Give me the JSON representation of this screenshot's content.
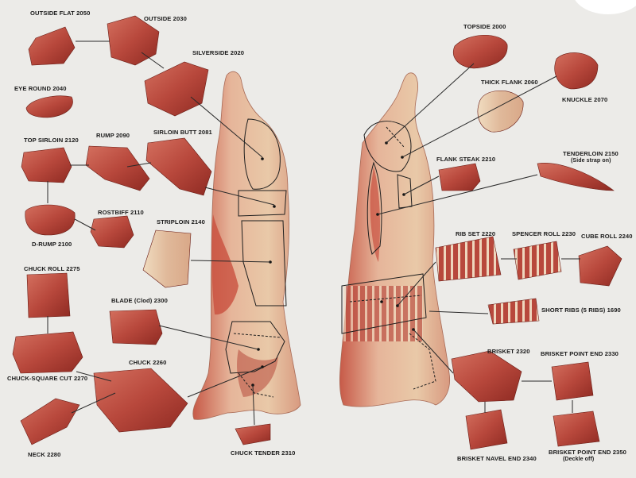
{
  "cuts": {
    "outside_flat": "OUTSIDE FLAT 2050",
    "outside": "OUTSIDE 2030",
    "silverside": "SILVERSIDE 2020",
    "eye_round": "EYE ROUND 2040",
    "top_sirloin": "TOP SIRLOIN 2120",
    "rump": "RUMP 2090",
    "sirloin_butt": "SIRLOIN BUTT 2081",
    "rostbiff": "ROSTBIFF 2110",
    "d_rump": "D-RUMP 2100",
    "striploin": "STRIPLOIN 2140",
    "chuck_roll": "CHUCK ROLL 2275",
    "blade": "BLADE (Clod) 2300",
    "chuck": "CHUCK 2260",
    "chuck_square_cut": "CHUCK-SQUARE CUT 2270",
    "neck": "NECK 2280",
    "chuck_tender": "CHUCK TENDER 2310",
    "topside": "TOPSIDE 2000",
    "thick_flank": "THICK FLANK 2060",
    "knuckle": "KNUCKLE 2070",
    "flank_steak": "FLANK STEAK 2210",
    "tenderloin": "TENDERLOIN 2150",
    "tenderloin_note": "(Side strap on)",
    "rib_set": "RIB SET 2220",
    "spencer_roll": "SPENCER ROLL 2230",
    "cube_roll": "CUBE ROLL 2240",
    "short_ribs": "SHORT RIBS (5 RIBS) 1690",
    "brisket": "BRISKET 2320",
    "brisket_point_end": "BRISKET POINT END 2330",
    "brisket_navel_end": "BRISKET NAVEL END 2340",
    "brisket_point_end_2350": "BRISKET POINT END 2350",
    "deckle_note": "(Deckle off)"
  },
  "colors": {
    "background": "#ecebe8",
    "meat": "#b8483c",
    "meat_dark": "#8e2a22",
    "fat": "#e9cfae",
    "line": "#2a2a2a"
  }
}
